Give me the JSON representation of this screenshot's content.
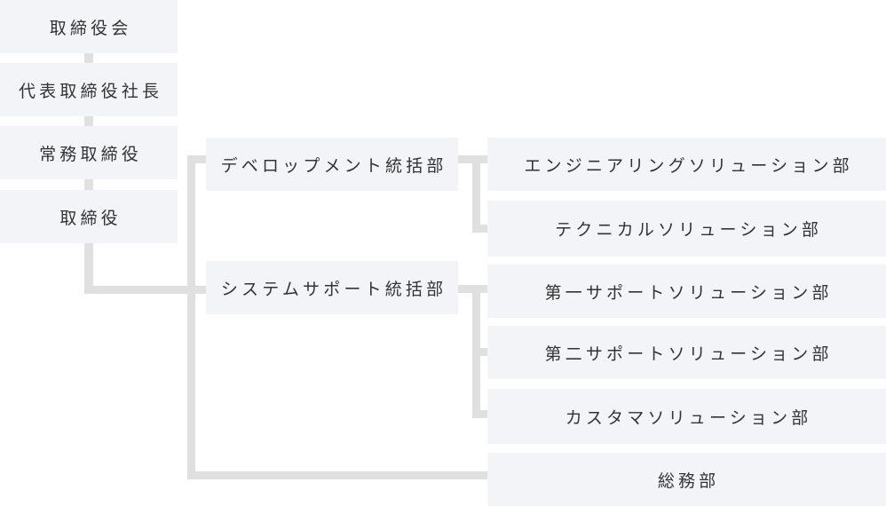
{
  "executives": {
    "board": "取締役会",
    "president": "代表取締役社長",
    "managing_director": "常務取締役",
    "director": "取締役"
  },
  "divisions": {
    "development": "デベロップメント統括部",
    "system_support": "システムサポート統括部"
  },
  "departments": {
    "engineering_solution": "エンジニアリングソリューション部",
    "technical_solution": "テクニカルソリューション部",
    "first_support_solution": "第一サポートソリューション部",
    "second_support_solution": "第二サポートソリューション部",
    "customer_solution": "カスタマソリューション部",
    "general_affairs": "総務部"
  },
  "colors": {
    "box_background": "#f3f4f8",
    "connector": "#e0e0e0",
    "text": "#333333"
  }
}
